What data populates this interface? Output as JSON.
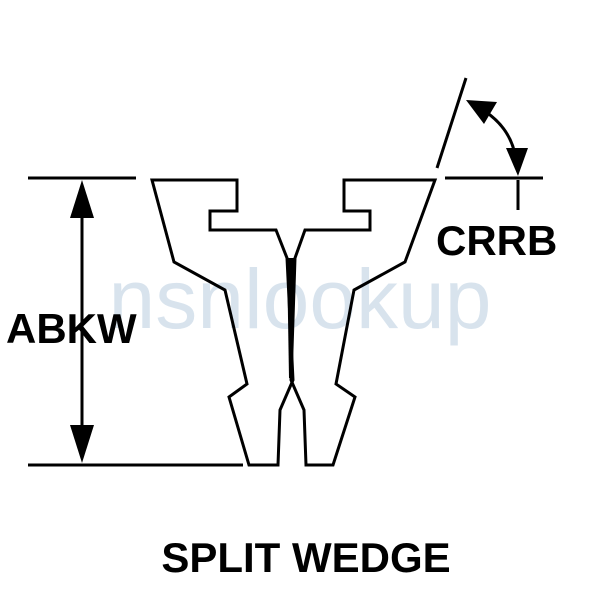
{
  "title": "SPLIT WEDGE",
  "dimensions": {
    "height_label": "ABKW",
    "angle_label": "CRRB"
  },
  "watermark": "nsnlookup",
  "colors": {
    "line": "#000000",
    "background": "#ffffff",
    "watermark": "#b9cde0"
  }
}
